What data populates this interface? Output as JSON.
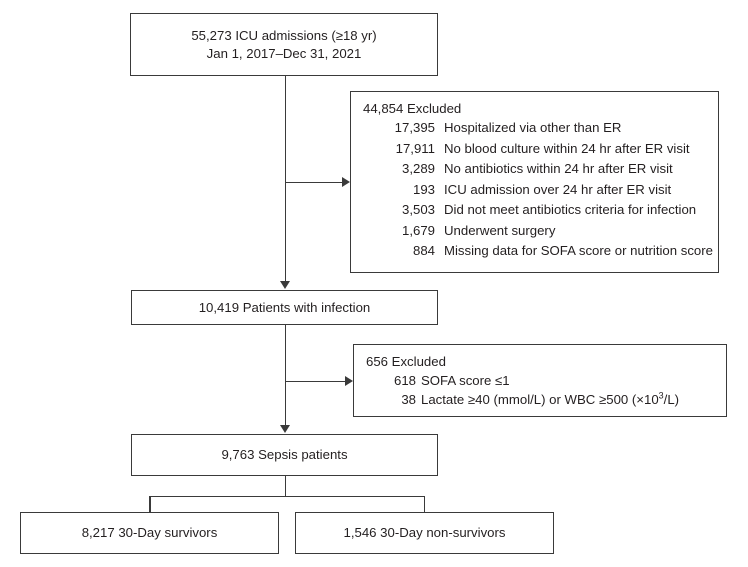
{
  "figure": {
    "type": "flowchart",
    "kind": "patient-selection-consort-diagram"
  },
  "nodes": {
    "cohort": {
      "text": "55,273 ICU admissions (≥18 yr)\nJan 1, 2017–Dec 31, 2021",
      "line1": "55,273 ICU admissions (≥18 yr)",
      "line2": "Jan 1, 2017–Dec 31, 2021",
      "count": 55273
    },
    "infection": {
      "text": "10,419 Patients with infection",
      "count": 10419
    },
    "sepsis": {
      "text": "9,763 Sepsis patients",
      "count": 9763
    },
    "survivors": {
      "text": "8,217 30-Day survivors",
      "count": 8217
    },
    "non_survivors": {
      "text": "1,546 30-Day non-survivors",
      "count": 1546
    }
  },
  "exclusions_1": {
    "title": "44,854 Excluded",
    "total": 44854,
    "items": [
      {
        "count": "17,395",
        "reason": "Hospitalized via other than ER"
      },
      {
        "count": "17,911",
        "reason": "No blood culture within 24 hr after ER visit"
      },
      {
        "count": "3,289",
        "reason": "No antibiotics within 24 hr after ER visit"
      },
      {
        "count": "193",
        "reason": "ICU admission over 24 hr after ER visit"
      },
      {
        "count": "3,503",
        "reason": "Did not meet antibiotics criteria for infection"
      },
      {
        "count": "1,679",
        "reason": "Underwent surgery"
      },
      {
        "count": "884",
        "reason": "Missing data for SOFA score or nutrition score"
      }
    ]
  },
  "exclusions_2": {
    "title": "656 Excluded",
    "total": 656,
    "items": [
      {
        "count": "618",
        "reason": "SOFA score ≤1"
      },
      {
        "count": "38",
        "reason_before_sup": "Lactate ≥40 (mmol/L) or WBC ≥500 (×10",
        "sup": "3",
        "reason_after_sup": "/L)"
      }
    ]
  },
  "colors": {
    "stroke": "#3a3a3a",
    "text": "#231f20",
    "background": "#ffffff"
  }
}
